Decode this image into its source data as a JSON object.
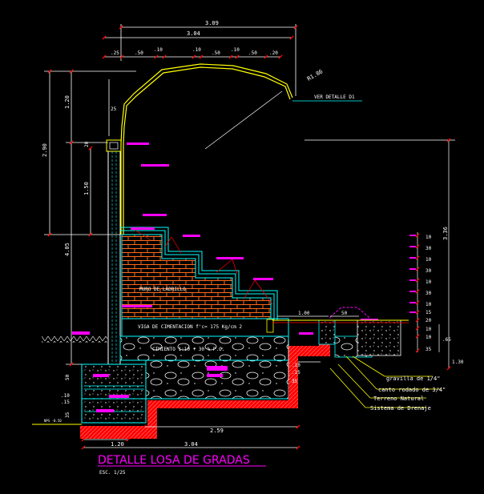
{
  "title": "DETALLE LOSA DE GRADAS",
  "scale": "ESC. 1/25",
  "radius_label": "R1.86",
  "detail_ref": "VER DETALLE D1",
  "top_dims": {
    "overall": "3.09",
    "second": "3.04",
    "segments": [
      ".25",
      ".50",
      ".10",
      ".10",
      ".50",
      ".10",
      ".50",
      ".20"
    ]
  },
  "left_dims": {
    "d290": "2.90",
    "d120": "1.20",
    "d405": "4.05",
    "d150": "1.50",
    "d20": "20",
    "d25": "25",
    "d50": "50",
    "d10": ".10",
    "d15": ".15",
    "d35": "35"
  },
  "bottom_dims": {
    "d120": "1.20",
    "d304": "3.04",
    "d259": "2.59"
  },
  "right_dims": {
    "d336": "3.36",
    "ladder": [
      "10",
      "30",
      "10",
      "30",
      "10",
      "30",
      "10",
      "15",
      "20",
      "10",
      "10",
      "35"
    ],
    "d65": ".65",
    "d130": "1.30",
    "d100": "1.00",
    "d50": "50",
    "mid_stack": [
      ".10",
      ".15",
      "35"
    ]
  },
  "labels": {
    "wall": "MURO DE LADRILLO",
    "beam": "VIGA DE CIMENTACION  f'c= 175 Kg/cm 2",
    "footing": "CIMIENTO  1:10 + 30 % P.O.",
    "gravel": "gravilla de 1/4\"",
    "boulder": "canto rodado de 3/4\"",
    "ground": "Terreno Natural",
    "drain": "Sistema de Drenaje",
    "level_small": "NPS -0.50"
  },
  "colors": {
    "bg": "#000000",
    "yellow": "#ffff00",
    "cyan": "#00ffff",
    "white": "#ffffff",
    "red": "#ff0000",
    "orange": "#ff6a1a",
    "magenta": "#ff00ff",
    "blue": "#3333ff",
    "green": "#00ff00"
  }
}
